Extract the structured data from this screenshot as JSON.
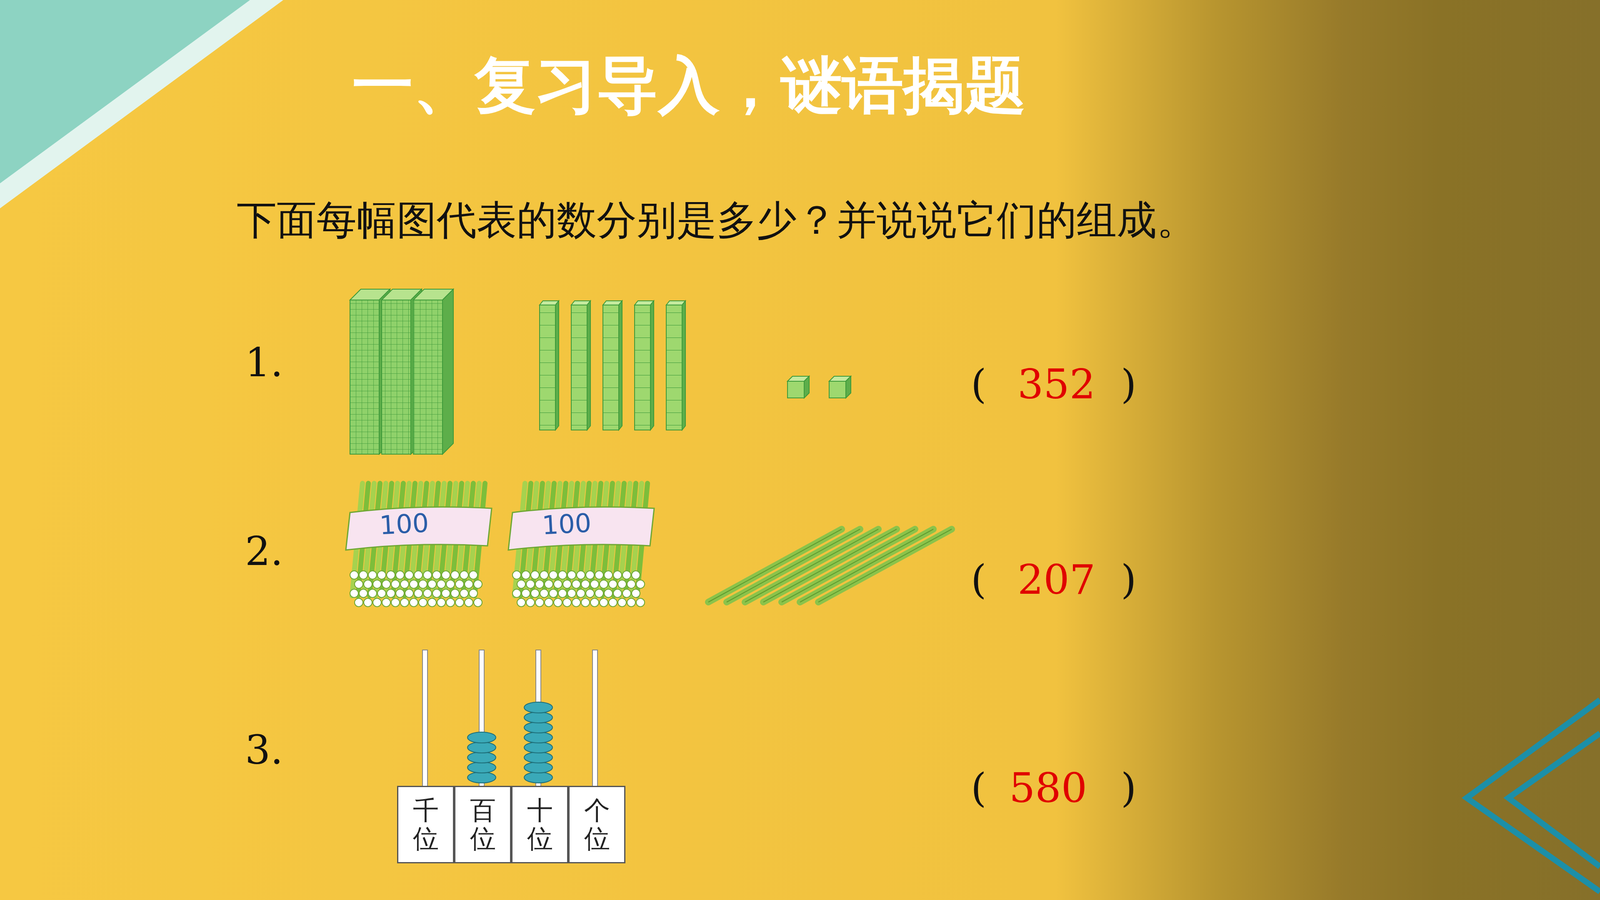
{
  "diagram": {
    "title": "一、复习导入，谜语揭题",
    "nodes": [
      {
        "text": [
          "千位"
        ]
      },
      {
        "text": [
          "百位"
        ]
      },
      {
        "text": [
          "十位"
        ]
      },
      {
        "text": [
          "个位"
        ]
      }
    ],
    "labels": [
      "下面每幅图代表的数分别是多少？并说说它们的组成。",
      "1.",
      "(",
      "352",
      ")",
      "2.",
      "100",
      "100",
      "(",
      "207",
      ")",
      "3.",
      "(",
      "580",
      ")"
    ]
  }
}
